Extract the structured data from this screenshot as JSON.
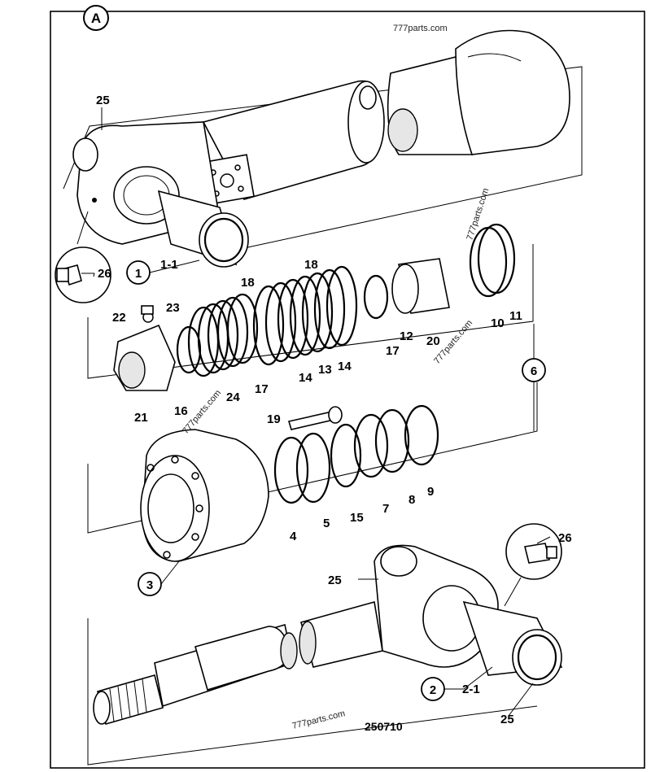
{
  "section_marker": "A",
  "drawing_number": "250710",
  "watermarks": [
    "777parts.com",
    "777parts.com",
    "777parts.com",
    "777parts.com",
    "777parts.com"
  ],
  "callouts": {
    "p1": "1",
    "p1_1": "1-1",
    "p2": "2",
    "p2_1": "2-1",
    "p3": "3",
    "p4": "4",
    "p5": "5",
    "p6": "6",
    "p7": "7",
    "p8": "8",
    "p9": "9",
    "p10": "10",
    "p11": "11",
    "p12": "12",
    "p13": "13",
    "p14a": "14",
    "p14b": "14",
    "p15": "15",
    "p16": "16",
    "p17a": "17",
    "p17b": "17",
    "p18a": "18",
    "p18b": "18",
    "p19": "19",
    "p20": "20",
    "p21": "21",
    "p22": "22",
    "p23": "23",
    "p24": "24",
    "p25a": "25",
    "p25b": "25",
    "p25c": "25",
    "p26a": "26",
    "p26b": "26"
  }
}
